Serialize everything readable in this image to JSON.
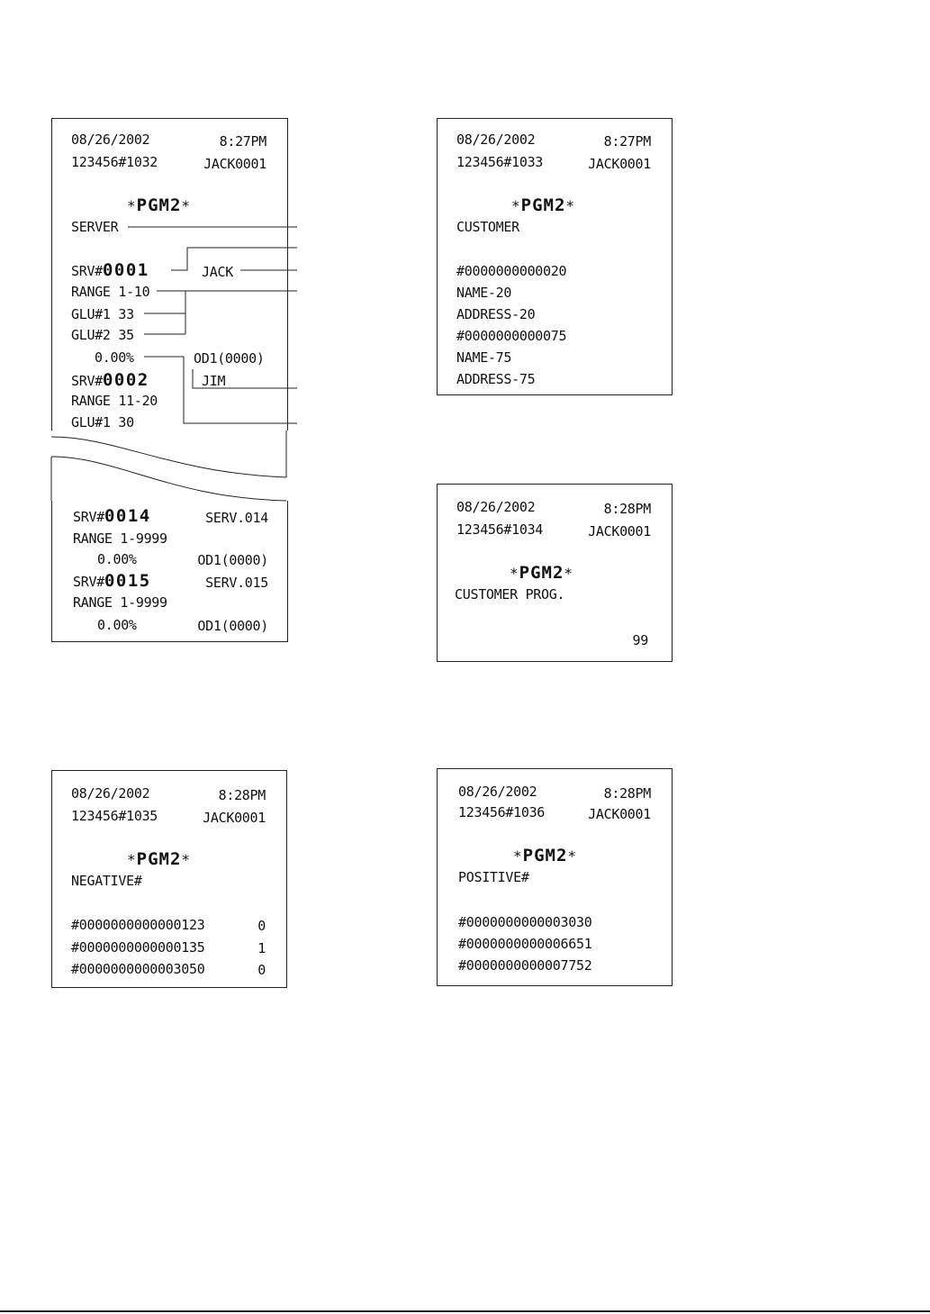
{
  "receipts": {
    "server": {
      "date": "08/26/2002",
      "time": "8:27PM",
      "consec": "123456#1032",
      "clerk": "JACK0001",
      "mode": "PGM2",
      "title": "SERVER",
      "srv1_prefix": "SRV#",
      "srv1_code": "0001",
      "srv1_name": "JACK",
      "srv1_range": "RANGE 1-10",
      "srv1_glu1": "GLU#1 33",
      "srv1_glu2": "GLU#2 35",
      "srv1_rate": "0.00%",
      "srv1_od": "OD1(0000)",
      "srv2_prefix": "SRV#",
      "srv2_code": "0002",
      "srv2_name": "JIM",
      "srv2_range": "RANGE 11-20",
      "srv2_glu1": "GLU#1 30",
      "srv14_prefix": "SRV#",
      "srv14_code": "0014",
      "srv14_name": "SERV.014",
      "srv14_range": "RANGE 1-9999",
      "srv14_rate": "0.00%",
      "srv14_od": "OD1(0000)",
      "srv15_prefix": "SRV#",
      "srv15_code": "0015",
      "srv15_name": "SERV.015",
      "srv15_range": "RANGE 1-9999",
      "srv15_rate": "0.00%",
      "srv15_od": "OD1(0000)"
    },
    "customer": {
      "date": "08/26/2002",
      "time": "8:27PM",
      "consec": "123456#1033",
      "clerk": "JACK0001",
      "mode": "PGM2",
      "title": "CUSTOMER",
      "lines": [
        "#0000000000020",
        "NAME-20",
        "ADDRESS-20",
        "#0000000000075",
        "NAME-75",
        "ADDRESS-75"
      ]
    },
    "customer_prog": {
      "date": "08/26/2002",
      "time": "8:28PM",
      "consec": "123456#1034",
      "clerk": "JACK0001",
      "mode": "PGM2",
      "title": "CUSTOMER PROG.",
      "value": "99"
    },
    "negative": {
      "date": "08/26/2002",
      "time": "8:28PM",
      "consec": "123456#1035",
      "clerk": "JACK0001",
      "mode": "PGM2",
      "title": "NEGATIVE#",
      "rows": [
        {
          "number": "#0000000000000123",
          "flag": "0"
        },
        {
          "number": "#0000000000000135",
          "flag": "1"
        },
        {
          "number": "#0000000000003050",
          "flag": "0"
        }
      ]
    },
    "positive": {
      "date": "08/26/2002",
      "time": "8:28PM",
      "consec": "123456#1036",
      "clerk": "JACK0001",
      "mode": "PGM2",
      "title": "POSITIVE#",
      "rows": [
        "#0000000000003030",
        "#0000000000006651",
        "#0000000000007752"
      ]
    }
  }
}
